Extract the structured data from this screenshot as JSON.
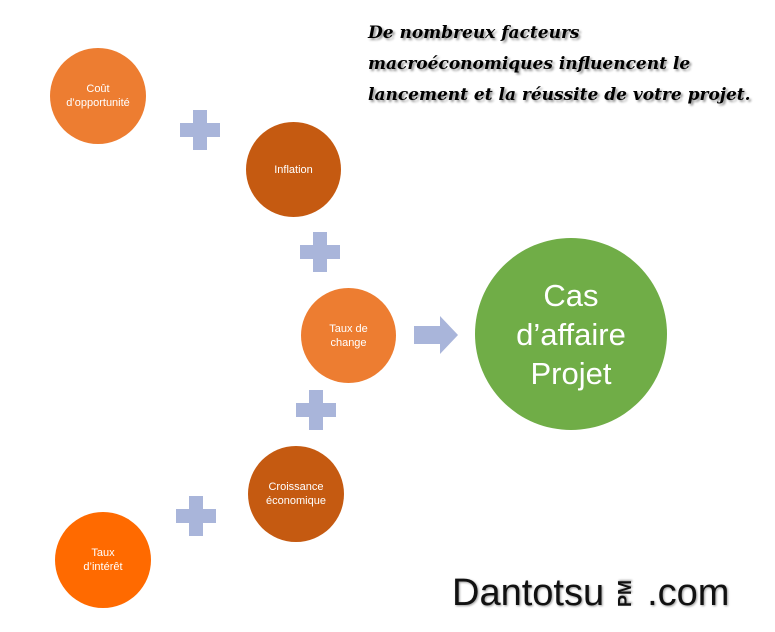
{
  "caption": "De nombreux facteurs macroéconomiques influencent le lancement et la réussite de votre projet.",
  "factors": [
    {
      "label": "Coût d’opportunité",
      "color": "#ED7D31"
    },
    {
      "label": "Inflation",
      "color": "#C55A11"
    },
    {
      "label": "Taux de change",
      "color": "#ED7D31"
    },
    {
      "label": "Croissance économique",
      "color": "#C55A11"
    },
    {
      "label": "Taux d’intérêt",
      "color": "#FF6A00"
    }
  ],
  "result": {
    "label": "Cas d’affaire Projet",
    "color": "#70AD47"
  },
  "logo": {
    "name": "Dantotsu",
    "pm": "PM",
    "suffix": ".com"
  }
}
